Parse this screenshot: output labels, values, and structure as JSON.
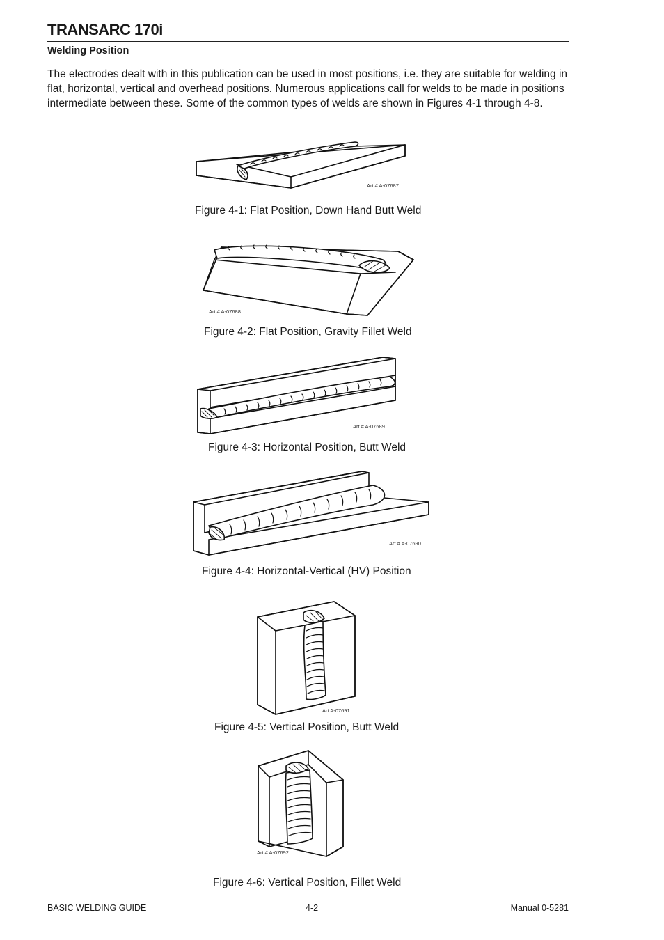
{
  "header": {
    "title": "TRANSARC 170i",
    "section": "Welding Position"
  },
  "intro": "The electrodes dealt with in this publication can be used in most positions, i.e. they are suitable for welding in flat, horizontal, vertical and overhead positions. Numerous applications call for welds to be made in positions intermediate between these. Some of the common types of welds are shown in Figures 4-1 through 4-8.",
  "figures": [
    {
      "art": "Art # A-07687",
      "caption": "Figure 4-1: Flat Position, Down Hand Butt Weld"
    },
    {
      "art": "Art # A-07688",
      "caption": "Figure 4-2: Flat Position, Gravity Fillet Weld"
    },
    {
      "art": "Art # A-07689",
      "caption": "Figure 4-3: Horizontal Position, Butt Weld"
    },
    {
      "art": "Art # A-07690",
      "caption": "Figure 4-4: Horizontal-Vertical (HV) Position"
    },
    {
      "art": "Art A-07691",
      "caption": "Figure 4-5: Vertical Position, Butt Weld"
    },
    {
      "art": "Art # A-07692",
      "caption": "Figure 4-6: Vertical Position, Fillet Weld"
    }
  ],
  "footer": {
    "left": "BASIC WELDING GUIDE",
    "center": "4-2",
    "right": "Manual 0-5281"
  }
}
